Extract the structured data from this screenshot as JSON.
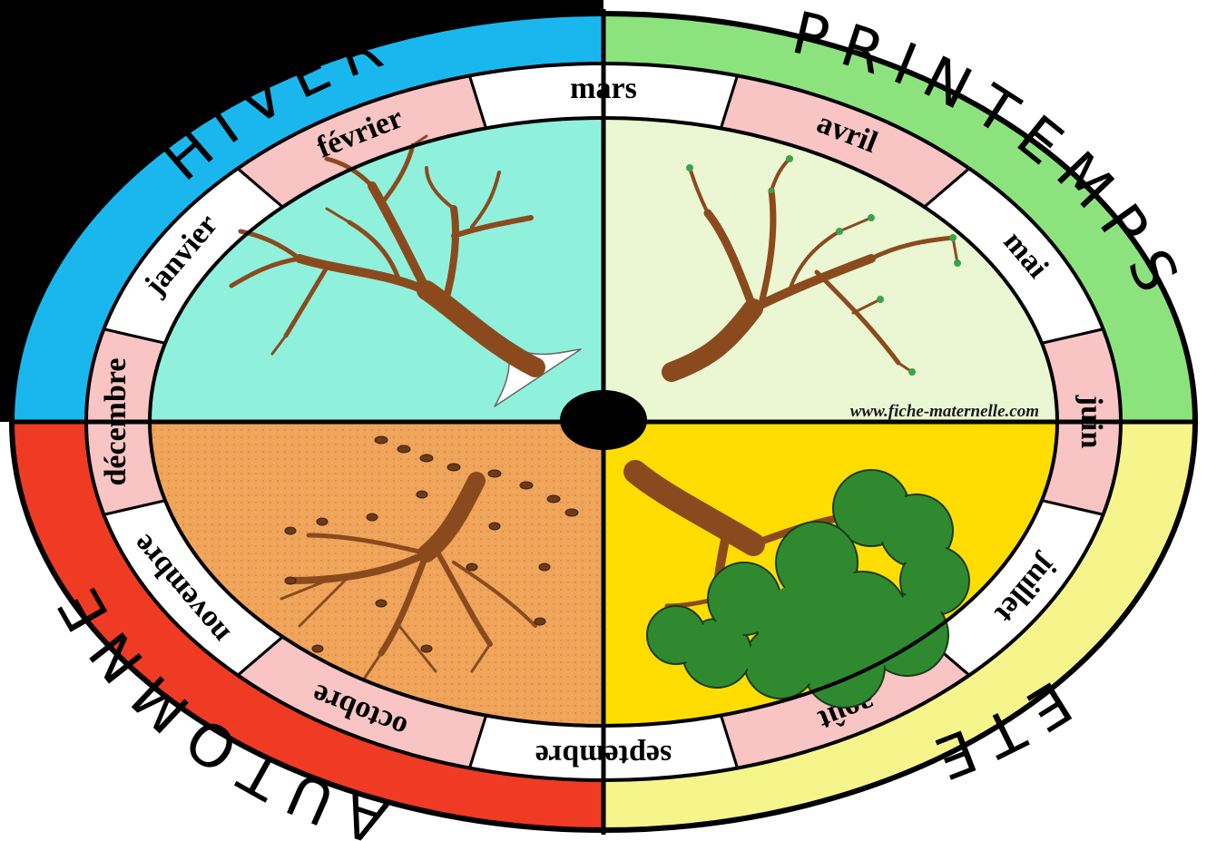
{
  "seasons": [
    {
      "key": "winter",
      "label": "HIVER",
      "ring_color": "#1ab7ef",
      "quadrant_color": "#8ff1dc"
    },
    {
      "key": "spring",
      "label": "PRINTEMPS",
      "ring_color": "#8ce37e",
      "quadrant_color": "#eaf7d2"
    },
    {
      "key": "summer",
      "label": "ETE",
      "ring_color": "#f6f58c",
      "quadrant_color": "#ffdd00"
    },
    {
      "key": "autumn",
      "label": "AUTOMNE",
      "ring_color": "#ef3a24",
      "quadrant_color": "#efa45a"
    }
  ],
  "months": [
    {
      "label": "janvier",
      "fill": "#ffffff"
    },
    {
      "label": "février",
      "fill": "#f8c4c4"
    },
    {
      "label": "mars",
      "fill": "#ffffff"
    },
    {
      "label": "avril",
      "fill": "#f8c4c4"
    },
    {
      "label": "mai",
      "fill": "#ffffff"
    },
    {
      "label": "juin",
      "fill": "#f8c4c4"
    },
    {
      "label": "juillet",
      "fill": "#ffffff"
    },
    {
      "label": "août",
      "fill": "#f8c4c4"
    },
    {
      "label": "septembre",
      "fill": "#ffffff"
    },
    {
      "label": "octobre",
      "fill": "#f8c4c4"
    },
    {
      "label": "novembre",
      "fill": "#ffffff"
    },
    {
      "label": "décembre",
      "fill": "#f8c4c4"
    }
  ],
  "credit": "www.fiche-maternelle.com",
  "colors": {
    "trunk": "#8b4a1e",
    "foliage": "#2f8a2f",
    "snow": "#ffffff",
    "outline": "#000000"
  }
}
